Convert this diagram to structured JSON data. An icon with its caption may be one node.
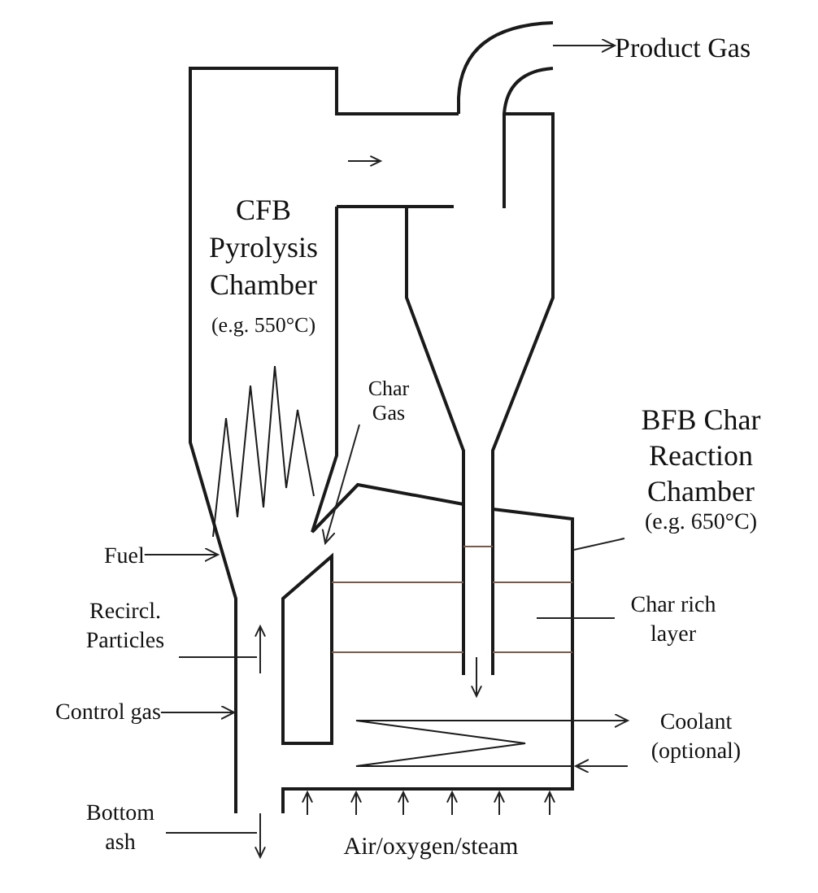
{
  "diagram": {
    "nodes": [
      {
        "text": [
          "Product Gas"
        ]
      },
      {
        "text": [
          "Char Gas"
        ]
      },
      {
        "text": [
          "BFB Char Reaction Chamber",
          "(e.g. 650°C)"
        ]
      },
      {
        "text": [
          "Fuel"
        ]
      },
      {
        "text": [
          "Recircl. Particles"
        ]
      },
      {
        "text": [
          "Char rich layer"
        ]
      },
      {
        "text": [
          "Control gas"
        ]
      },
      {
        "text": [
          "Coolant (optional)"
        ]
      },
      {
        "text": [
          "Bottom ash"
        ]
      }
    ],
    "edges": [
      {
        "from": null,
        "to": 0,
        "arrow": "to"
      },
      {
        "from": 1,
        "to": null,
        "arrow": "to"
      },
      {
        "from": 2,
        "to": null,
        "arrow": "none"
      },
      {
        "from": 3,
        "to": null,
        "arrow": "to"
      },
      {
        "from": 4,
        "to": null,
        "arrow": "none"
      },
      {
        "from": 5,
        "to": null,
        "arrow": "none"
      },
      {
        "from": 6,
        "to": null,
        "arrow": "to"
      },
      {
        "from": null,
        "to": 7,
        "arrow": "to"
      },
      {
        "from": 7,
        "to": null,
        "arrow": "to"
      },
      {
        "from": 8,
        "to": null,
        "arrow": "none"
      }
    ],
    "labels": [
      "CFB Pyrolysis Chamber",
      "(e.g. 550°C)",
      "Air/oxygen/steam"
    ]
  }
}
